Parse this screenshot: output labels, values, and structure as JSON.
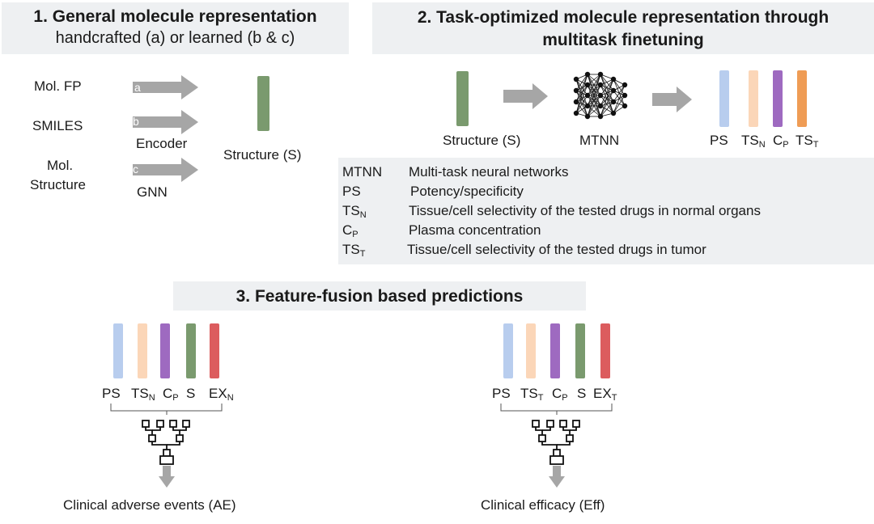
{
  "colors": {
    "structure": "#7a9a6e",
    "ps": "#b8cdee",
    "ts": "#fbd6b8",
    "cp": "#9e6ac0",
    "ts_t": "#ef9c55",
    "ex": "#dc5c5e",
    "arrow": "#a6a6a6",
    "header_bg": "#eef0f2"
  },
  "panel1": {
    "title": "1. General molecule representation",
    "subtitle": "handcrafted (a) or learned (b & c)",
    "inputs": [
      "Mol. FP",
      "SMILES",
      "Mol.",
      "Structure"
    ],
    "arrow_labels": [
      "a",
      "b",
      "c"
    ],
    "encoder_label": "Encoder",
    "gnn_label": "GNN",
    "output_label": "Structure (S)"
  },
  "panel2": {
    "title_line1": "2. Task-optimized molecule representation through",
    "title_line2": "multitask finetuning",
    "input_label": "Structure (S)",
    "network_label": "MTNN",
    "network_icon": "neural-network-icon",
    "outputs": {
      "ps": "PS",
      "ts_n_main": "TS",
      "ts_n_sub": "N",
      "cp_main": "C",
      "cp_sub": "P",
      "ts_t_main": "TS",
      "ts_t_sub": "T"
    },
    "legend": [
      {
        "abbr_main": "MTNN",
        "abbr_sub": "",
        "desc": "Multi-task neural networks"
      },
      {
        "abbr_main": "PS",
        "abbr_sub": "",
        "desc": "Potency/specificity"
      },
      {
        "abbr_main": "TS",
        "abbr_sub": "N",
        "desc": "Tissue/cell selectivity of the tested drugs in normal organs"
      },
      {
        "abbr_main": "C",
        "abbr_sub": "P",
        "desc": "Plasma concentration"
      },
      {
        "abbr_main": "TS",
        "abbr_sub": "T",
        "desc": "Tissue/cell selectivity of the tested drugs in tumor"
      }
    ]
  },
  "panel3": {
    "title": "3. Feature-fusion based predictions",
    "left": {
      "features": {
        "ps": "PS",
        "ts_main": "TS",
        "ts_sub": "N",
        "cp_main": "C",
        "cp_sub": "P",
        "s": "S",
        "ex_main": "EX",
        "ex_sub": "N"
      },
      "output": "Clinical adverse events (AE)",
      "model_icon": "decision-tree-icon"
    },
    "right": {
      "features": {
        "ps": "PS",
        "ts_main": "TS",
        "ts_sub": "T",
        "cp_main": "C",
        "cp_sub": "P",
        "s": "S",
        "ex_main": "EX",
        "ex_sub": "T"
      },
      "output": "Clinical efficacy (Eff)",
      "model_icon": "decision-tree-icon"
    }
  }
}
